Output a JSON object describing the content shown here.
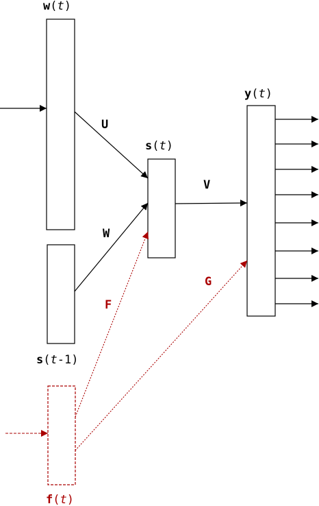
{
  "labels": {
    "w": {
      "var": "w",
      "open": "(",
      "arg": "t",
      "close": ")"
    },
    "s": {
      "var": "s",
      "open": "(",
      "arg": "t",
      "close": ")"
    },
    "y": {
      "var": "y",
      "open": "(",
      "arg": "t",
      "close": ")"
    },
    "s_prev": {
      "var": "s",
      "open": "(",
      "arg": "t",
      "tail": "-1)"
    },
    "f": {
      "var": "f",
      "open": "(",
      "arg": "t",
      "close": ")"
    }
  },
  "weights": {
    "U": "U",
    "W": "W",
    "V": "V",
    "F": "F",
    "G": "G"
  },
  "colors": {
    "ink": "#000000",
    "feature": "#aa0000"
  }
}
